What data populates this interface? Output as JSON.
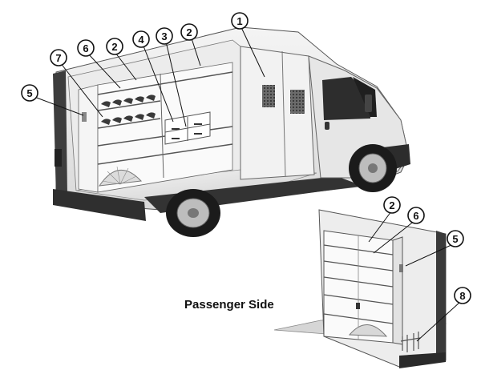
{
  "diagram": {
    "caption": "Passenger Side",
    "callouts": {
      "c1": "1",
      "c2a": "2",
      "c2b": "2",
      "c3": "3",
      "c4": "4",
      "c5a": "5",
      "c6a": "6",
      "c7": "7",
      "c2c": "2",
      "c6b": "6",
      "c5b": "5",
      "c8": "8"
    }
  }
}
